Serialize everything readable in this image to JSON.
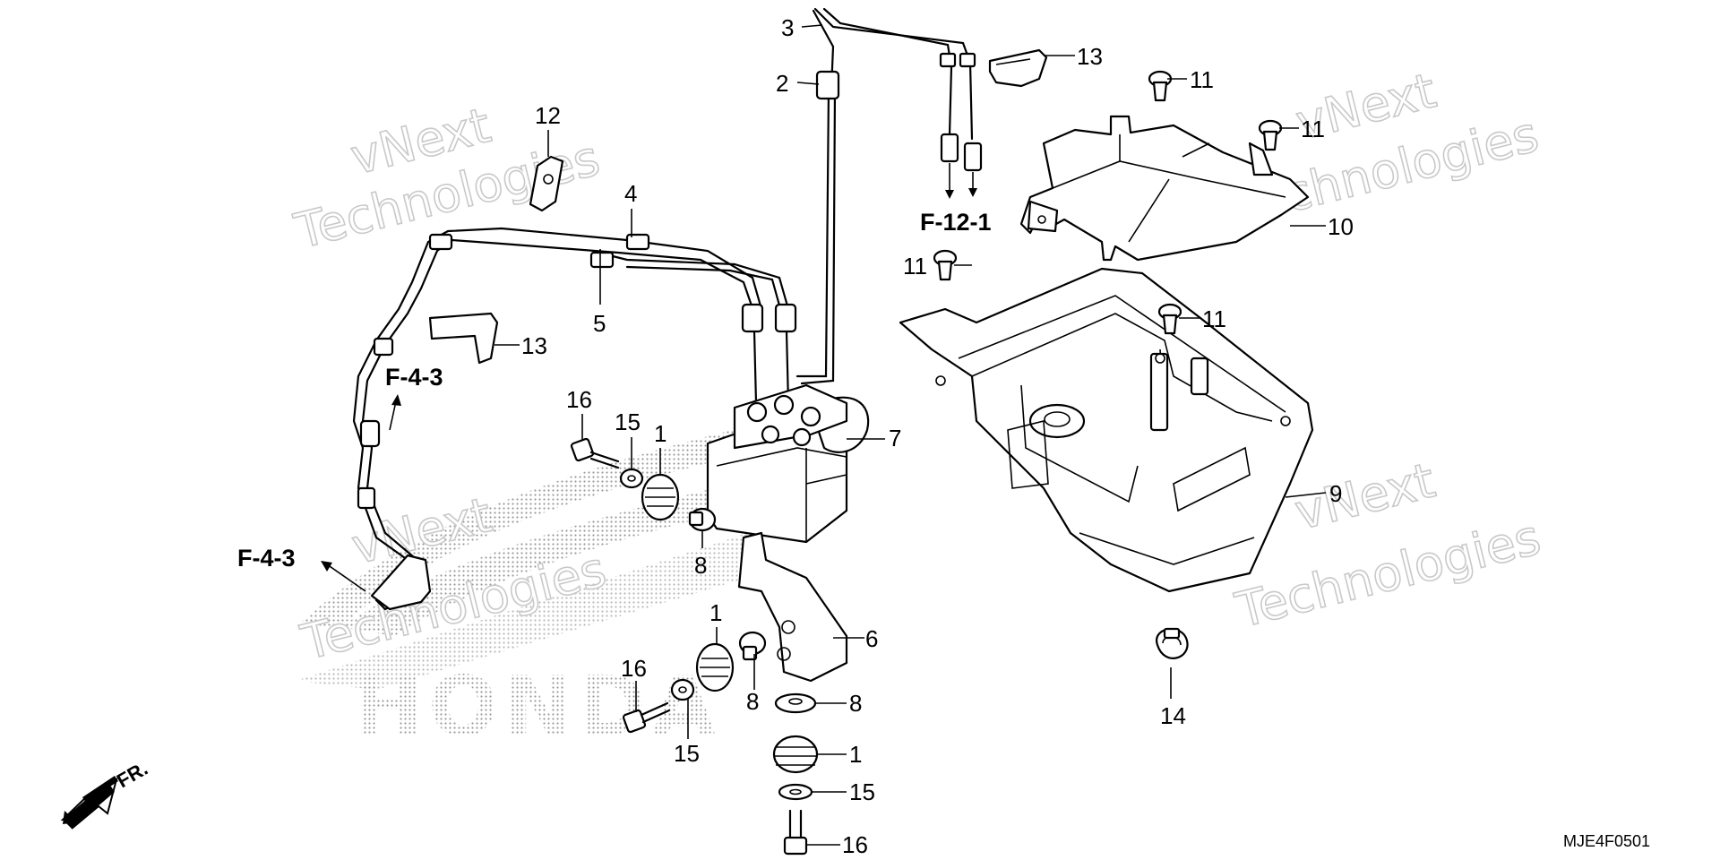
{
  "diagram_code": "MJE4F0501",
  "direction_label": "FR.",
  "logo_text": "HONDA",
  "watermarks": [
    {
      "line1": "vNext",
      "line2": "Technologies"
    },
    {
      "line1": "vNext",
      "line2": "Technologies"
    },
    {
      "line1": "vNext",
      "line2": "Technologies"
    },
    {
      "line1": "vNext",
      "line2": "Technologies"
    }
  ],
  "references": [
    "F-12-1",
    "F-4-3",
    "F-4-3"
  ],
  "callouts": [
    "1",
    "1",
    "1",
    "2",
    "3",
    "4",
    "5",
    "6",
    "7",
    "8",
    "8",
    "8",
    "9",
    "10",
    "11",
    "11",
    "11",
    "11",
    "12",
    "13",
    "13",
    "14",
    "15",
    "15",
    "15",
    "16",
    "16",
    "16"
  ]
}
